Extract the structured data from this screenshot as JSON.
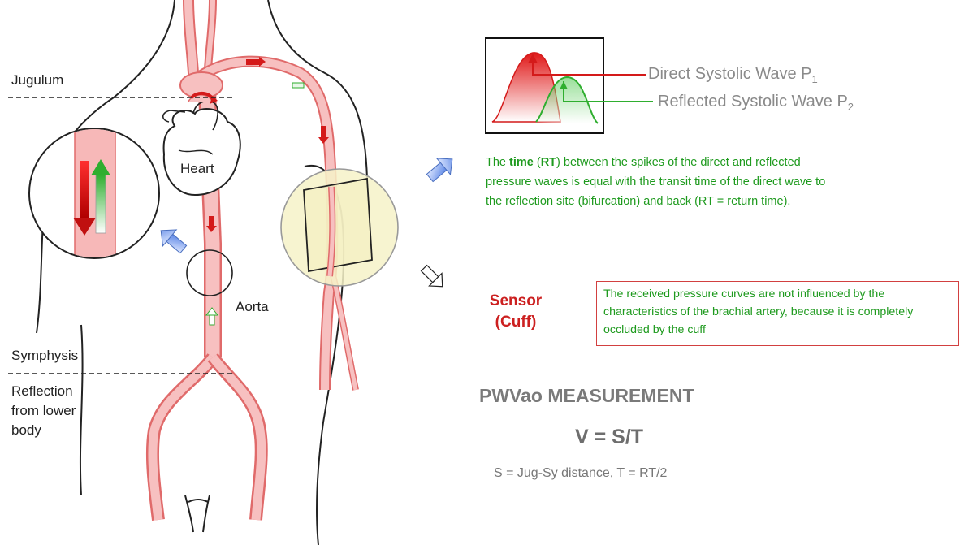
{
  "labels": {
    "jugulum": "Jugulum",
    "heart": "Heart",
    "aorta": "Aorta",
    "symphysis": "Symphysis",
    "reflection_lines": [
      "Reflection",
      "from lower",
      "body"
    ]
  },
  "waves": {
    "direct_label": "Direct Systolic Wave P",
    "direct_sub": "1",
    "reflected_label": "Reflected Systolic Wave P",
    "reflected_sub": "2"
  },
  "explanation": {
    "part1": "The ",
    "bold1": "time",
    "part2": " (",
    "bold2": "RT",
    "part3": ") between the spikes of the direct and reflected pressure waves is equal with the transit time of the direct wave to the reflection site (bifurcation) and back (RT = return time)."
  },
  "sensor": {
    "line1": "Sensor",
    "line2": "(Cuff)"
  },
  "note": "The received pressure curves are not influenced by the characteristics of the brachial artery, because it is completely occluded by the cuff",
  "measurement": {
    "title": "PWVao MEASUREMENT",
    "formula": "V = S/T",
    "definition": "S = Jug-Sy distance,  T = RT/2"
  },
  "colors": {
    "artery_fill": "#f7c0c0",
    "artery_stroke": "#e06a6a",
    "direct_wave": "#e02020",
    "reflected_wave": "#2fbf2f",
    "cuff_highlight": "#f6f2c8",
    "text_green": "#1e9a1e",
    "sensor_red": "#cc2020"
  }
}
